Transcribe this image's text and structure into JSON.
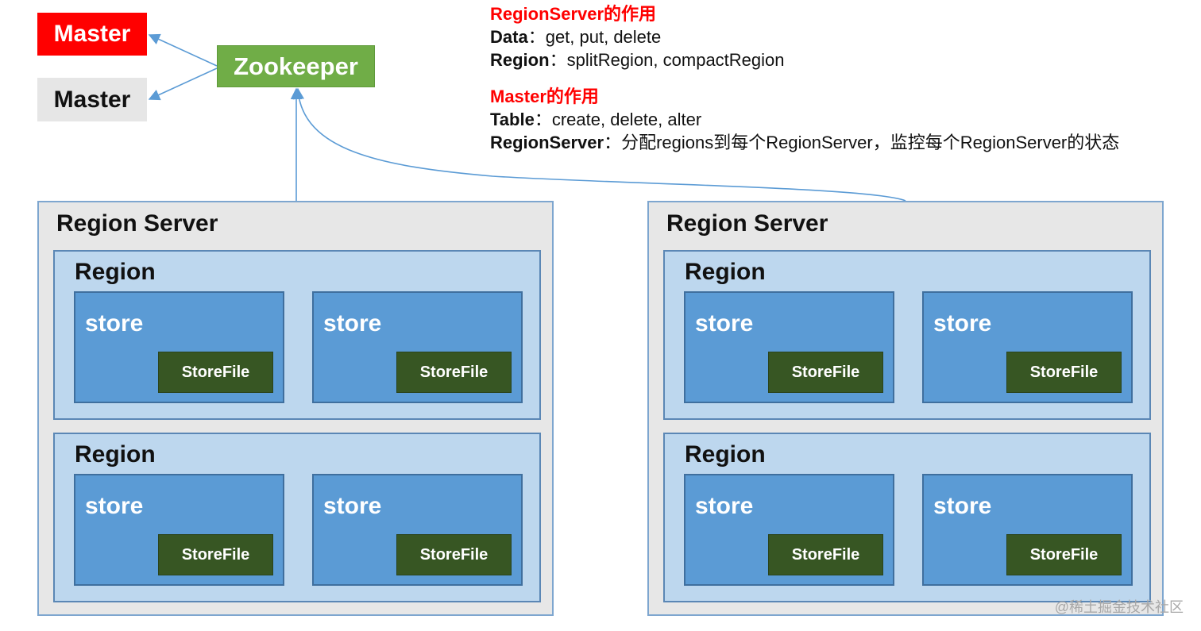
{
  "masters": [
    {
      "label": "Master",
      "state": "active",
      "color": "#ff0000"
    },
    {
      "label": "Master",
      "state": "standby",
      "color": "#e6e6e6"
    }
  ],
  "zookeeper": {
    "label": "Zookeeper",
    "color": "#70ad47"
  },
  "notes": {
    "regionserver": {
      "title": "RegionServer的作用",
      "lines": [
        {
          "key": "Data",
          "sep": "：",
          "value": "get, put, delete"
        },
        {
          "key": "Region",
          "sep": "：",
          "value": "splitRegion, compactRegion"
        }
      ]
    },
    "master": {
      "title": "Master的作用",
      "lines": [
        {
          "key": "Table",
          "sep": "：",
          "value": "create, delete, alter"
        },
        {
          "key": "RegionServer",
          "sep": "：",
          "value": "分配regions到每个RegionServer，监控每个RegionServer的状态"
        }
      ]
    }
  },
  "region_servers": [
    {
      "title": "Region Server",
      "regions": [
        {
          "title": "Region",
          "stores": [
            {
              "label": "store",
              "file": "StoreFile"
            },
            {
              "label": "store",
              "file": "StoreFile"
            }
          ]
        },
        {
          "title": "Region",
          "stores": [
            {
              "label": "store",
              "file": "StoreFile"
            },
            {
              "label": "store",
              "file": "StoreFile"
            }
          ]
        }
      ]
    },
    {
      "title": "Region Server",
      "regions": [
        {
          "title": "Region",
          "stores": [
            {
              "label": "store",
              "file": "StoreFile"
            },
            {
              "label": "store",
              "file": "StoreFile"
            }
          ]
        },
        {
          "title": "Region",
          "stores": [
            {
              "label": "store",
              "file": "StoreFile"
            },
            {
              "label": "store",
              "file": "StoreFile"
            }
          ]
        }
      ]
    }
  ],
  "colors": {
    "arrow": "#5b9bd5",
    "region_server_bg": "#e7e7e7",
    "region_bg": "#bdd7ee",
    "store_bg": "#5b9bd5",
    "storefile_bg": "#375623"
  },
  "watermark": "@稀土掘金技术社区"
}
